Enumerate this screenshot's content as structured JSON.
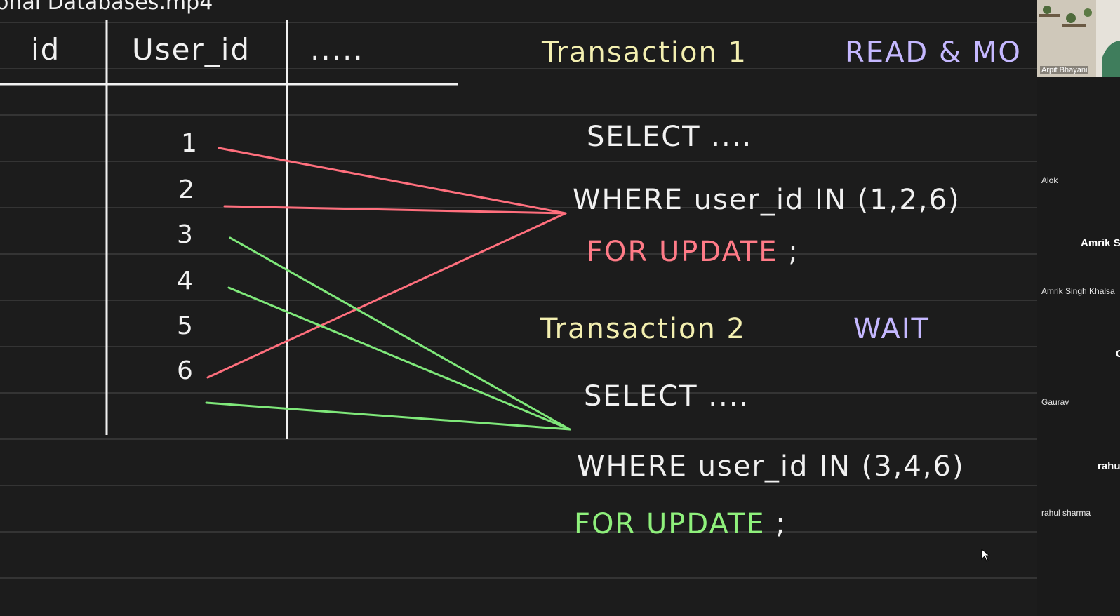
{
  "video": {
    "title": "onal Databases.mp4"
  },
  "table": {
    "headers": [
      "id",
      "User_id",
      "....."
    ],
    "user_ids": [
      "1",
      "2",
      "3",
      "4",
      "5",
      "6"
    ]
  },
  "transaction1": {
    "label": "Transaction 1",
    "status": "READ & MO",
    "select": "SELECT ....",
    "where": "WHERE user_id IN (1,2,6)",
    "for_update": "FOR UPDATE",
    "semicolon": ";"
  },
  "transaction2": {
    "label": "Transaction 2",
    "status": "WAIT",
    "select": "SELECT ....",
    "where": "WHERE user_id IN (3,4,6)",
    "for_update": "FOR UPDATE",
    "semicolon": ";"
  },
  "participants": {
    "presenter": "Arpit Bhayani",
    "list": [
      {
        "name": "Alok"
      },
      {
        "big": "Amrik S",
        "name": "Amrik Singh Khalsa"
      },
      {
        "big": "G",
        "name": "Gaurav"
      },
      {
        "big": "rahu",
        "name": "rahul sharma"
      }
    ]
  },
  "colors": {
    "background": "#1c1c1c",
    "ruled_lines": "#3a3a3a",
    "transaction1_lock_lines": "#ff6f7d",
    "transaction2_lock_lines": "#7fe87a",
    "header_text": "#f3efb0",
    "status_text": "#c5b8ff"
  }
}
